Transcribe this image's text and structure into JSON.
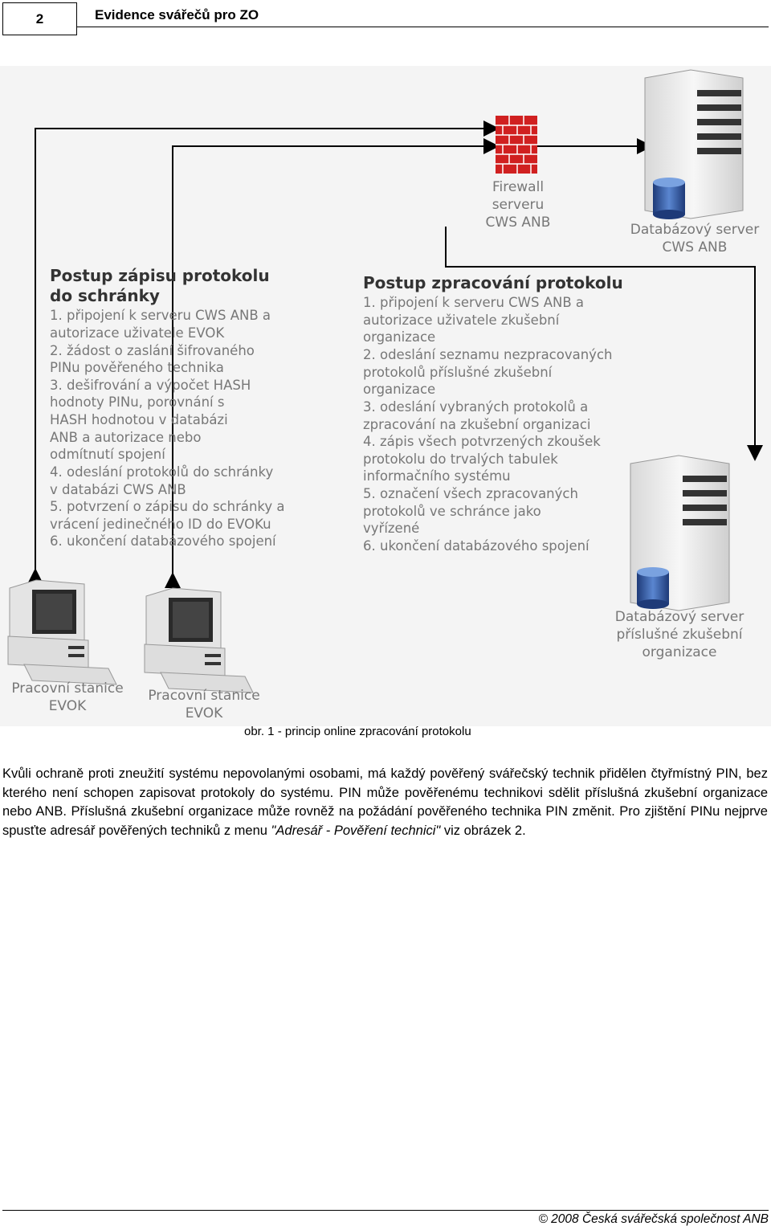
{
  "header": {
    "page_number": "2",
    "title": "Evidence svářečů pro ZO"
  },
  "figure": {
    "firewall_label": [
      "Firewall",
      "serveru",
      "CWS ANB"
    ],
    "db_server_label": [
      "Databázový server",
      "CWS ANB"
    ],
    "left_heading": [
      "Postup zápisu protokolu",
      "do schránky"
    ],
    "left_steps": [
      "1. připojení k serveru CWS ANB a",
      "    autorizace uživatele EVOK",
      "2. žádost o zaslání šifrovaného",
      "    PINu pověřeného technika",
      "3. dešifrování a výpočet HASH",
      "    hodnoty PINu, porovnání s",
      "    HASH hodnotou v databázi",
      "    ANB a autorizace nebo",
      "    odmítnutí spojení",
      "4. odeslání protokolů do schránky",
      "    v databázi CWS ANB",
      "5. potvrzení o zápisu do schránky a",
      "    vrácení jedinečného ID do EVOKu",
      "6. ukončení databázového spojení"
    ],
    "right_heading": "Postup zpracování protokolu",
    "right_steps": [
      "1. připojení k serveru CWS ANB a",
      "    autorizace uživatele zkušební",
      "    organizace",
      "2. odeslání seznamu nezpracovaných",
      "    protokolů příslušné zkušební",
      "    organizace",
      "3. odeslání vybraných protokolů a",
      "    zpracování na zkušební organizaci",
      "4. zápis všech potvrzených zkoušek",
      "    protokolu do trvalých tabulek",
      "    informačního systému",
      "5. označení všech zpracovaných",
      "    protokolů ve schránce jako",
      "    vyřízené",
      "6. ukončení databázového spojení"
    ],
    "ws1_label": [
      "Pracovní stanice",
      "EVOK"
    ],
    "ws2_label": [
      "Pracovní stanice",
      "EVOK"
    ],
    "db_org_label": [
      "Databázový server",
      "příslušné zkušební",
      "organizace"
    ]
  },
  "caption": "obr. 1 - princip online zpracování protokolu",
  "paragraph": {
    "text": "Kvůli ochraně proti zneužití systému nepovolanými osobami, má každý pověřený svářečský technik přidělen čtyřmístný PIN, bez kterého není schopen zapisovat protokoly do systému. PIN může pověřenému technikovi sdělit příslušná zkušební organizace nebo ANB. Příslušná zkušební organizace může rovněž na požádání pověřeného technika PIN změnit. Pro zjištění PINu nejprve spusťte adresář pověřených techniků z menu ",
    "menu_path": "\"Adresář - Pověření technici\"",
    "tail": " viz obrázek 2."
  },
  "footer": "© 2008 Česká svářečská společnost ANB"
}
